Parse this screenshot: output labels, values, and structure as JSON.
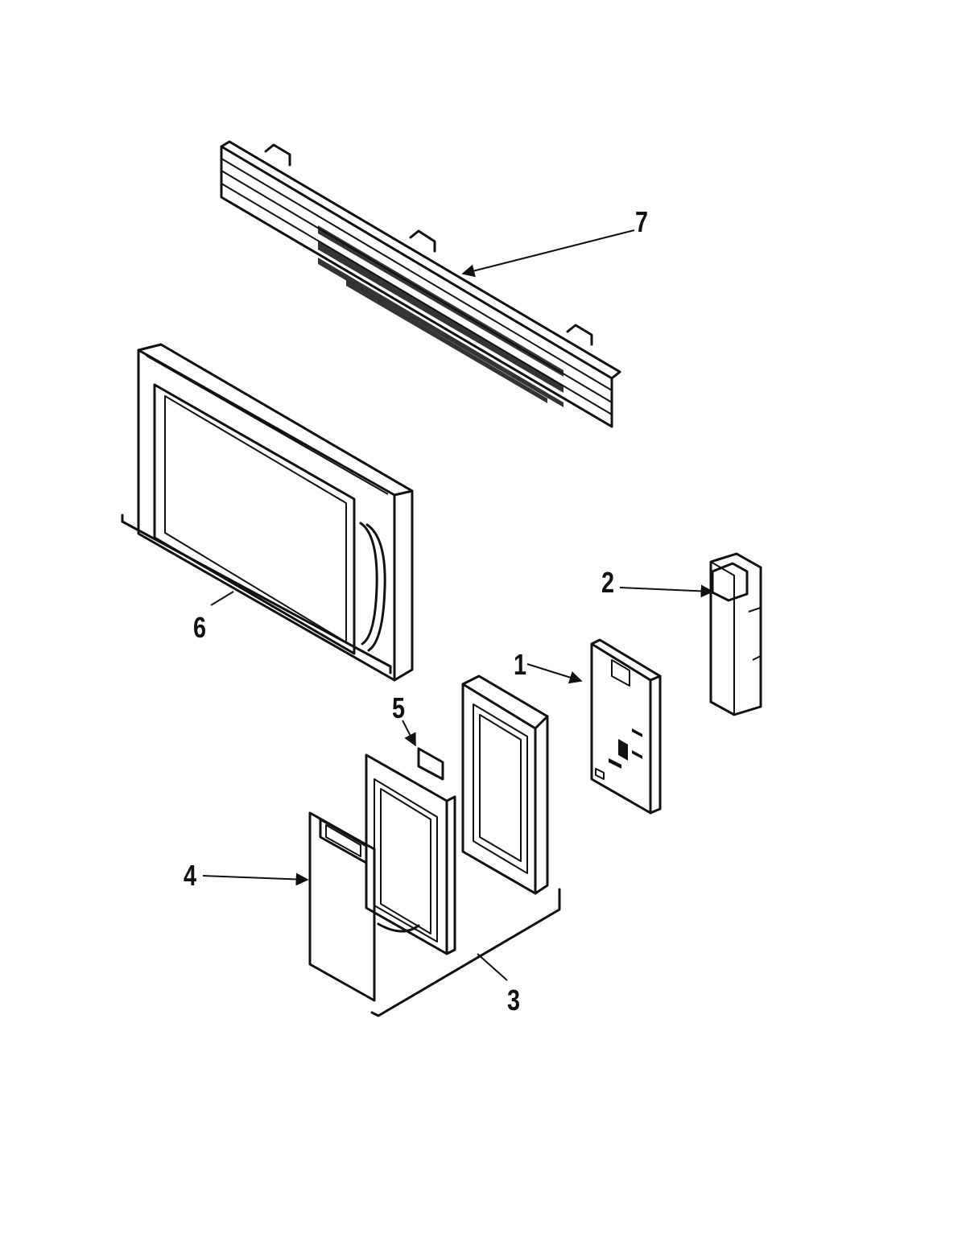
{
  "callouts": [
    {
      "id": "1",
      "text": "1"
    },
    {
      "id": "2",
      "text": "2"
    },
    {
      "id": "3",
      "text": "3"
    },
    {
      "id": "4",
      "text": "4"
    },
    {
      "id": "5",
      "text": "5"
    },
    {
      "id": "6",
      "text": "6"
    },
    {
      "id": "7",
      "text": "7"
    }
  ],
  "colors": {
    "ink": "#111111",
    "background": "#ffffff"
  }
}
